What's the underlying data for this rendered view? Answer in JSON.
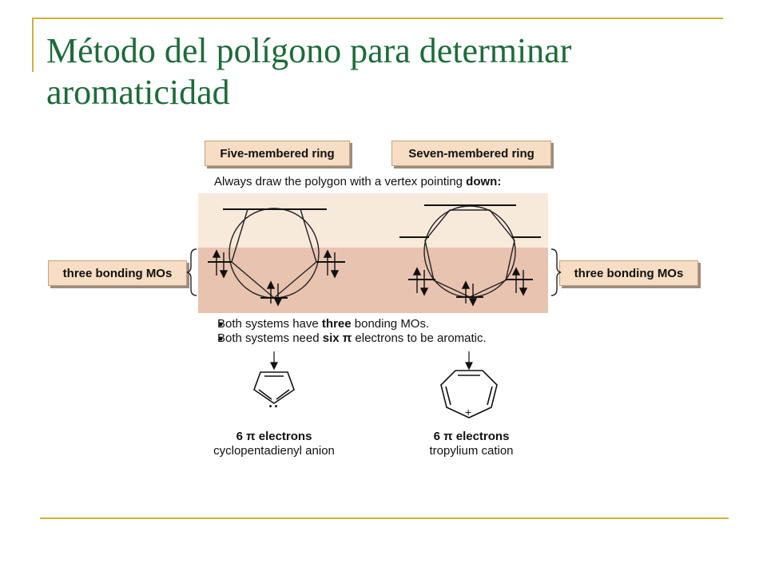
{
  "colors": {
    "frame": "#c9b23c",
    "title": "#1e6b3b",
    "box_fill": "#f6ddc4",
    "band_light": "#f8eadb",
    "band_dark": "#e8c3b0"
  },
  "title": {
    "line1": "Método del polígono para determinar",
    "line2": "aromaticidad"
  },
  "headers": {
    "five": "Five-membered ring",
    "seven": "Seven-membered ring"
  },
  "instruction": {
    "prefix": "Always draw the polygon with a vertex pointing ",
    "bold": "down:"
  },
  "side_labels": {
    "left": "three bonding MOs",
    "right": "three bonding MOs"
  },
  "bullets": [
    {
      "prefix": "Both systems have ",
      "bold": "three",
      "suffix": " bonding MOs."
    },
    {
      "prefix": "Both systems need ",
      "bold": "six π",
      "suffix": " electrons to be aromatic."
    }
  ],
  "molecules": {
    "left": {
      "count": "6 π electrons",
      "name": "cyclopentadienyl anion",
      "charge": "··"
    },
    "right": {
      "count": "6 π electrons",
      "name": "tropylium cation",
      "charge": "+"
    }
  }
}
